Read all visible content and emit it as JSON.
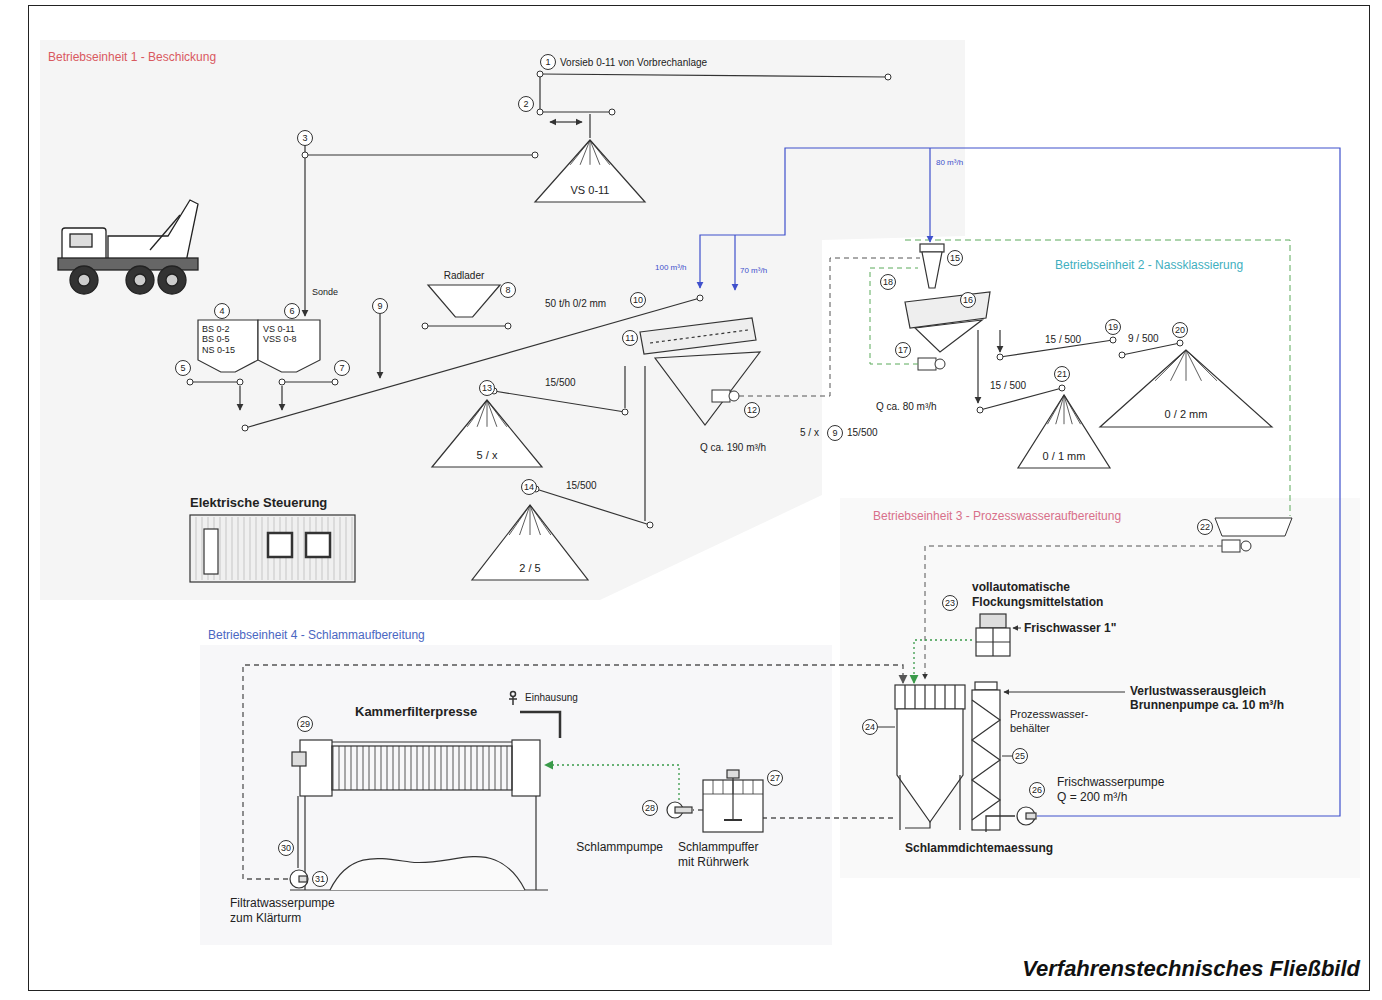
{
  "diagram": {
    "caption": "Verfahrenstechnisches Fließbild",
    "nodes": [
      {
        "text": [
          "VS 0-11"
        ]
      },
      {
        "text": [
          "BS 0-2 BS 0-5 NS 0-15"
        ]
      },
      {
        "text": [
          "VS 0-11 VSS 0-8"
        ]
      },
      {
        "text": [
          "Radlader"
        ]
      },
      {
        "text": [
          "5 / x"
        ]
      },
      {
        "text": [
          "2 / 5"
        ]
      },
      {
        "text": [
          "0 / 1 mm"
        ]
      },
      {
        "text": [
          "0 / 2 mm"
        ]
      },
      {
        "text": [
          "Elektrische Steuerung"
        ]
      },
      {
        "text": [
          "vollautomatische Flockungsmittelstation"
        ]
      },
      {
        "text": [
          "Schlammdichtemaessung"
        ]
      },
      {
        "text": [
          "Prozesswasser- behälter"
        ]
      },
      {
        "text": [
          "Frischwasserpumpe Q = 200 m³/h"
        ]
      },
      {
        "text": [
          "Schlammpuffer mit Rührwerk"
        ]
      },
      {
        "text": [
          "Schlammpumpe"
        ]
      },
      {
        "text": [
          "Kammerfilterpresse"
        ]
      },
      {
        "text": [
          "Filtratwasserpumpe zum Klärturm"
        ]
      }
    ],
    "edges": [
      {
        "from": 10,
        "to": 13,
        "arrow": "none"
      },
      {
        "from": 13,
        "to": 14,
        "arrow": "none"
      },
      {
        "from": 14,
        "to": 15,
        "arrow": "to"
      },
      {
        "from": 16,
        "to": 10,
        "arrow": "to"
      },
      {
        "from": 9,
        "to": 10,
        "arrow": "to"
      },
      {
        "from": 11,
        "to": 12,
        "arrow": "none"
      }
    ],
    "labels": [
      "Betriebseinheit 1 - Beschickung",
      "1",
      "Vorsieb 0-11 von Vorbrechanlage",
      "2",
      "3",
      "4",
      "6",
      "Sonde",
      "5",
      "7",
      "9",
      "8",
      "50 t/h 0/2 mm",
      "10",
      "100 m³/h",
      "70 m³/h",
      "80 m³/h",
      "11",
      "12",
      "Q ca. 190 m³/h",
      "13",
      "15/500",
      "14",
      "15/500",
      "5 / x",
      "9",
      "15/500",
      "Betriebseinheit 2 - Nassklassierung",
      "15",
      "18",
      "16",
      "17",
      "Q ca. 80 m³/h",
      "15 / 500",
      "19",
      "9 / 500",
      "20",
      "21",
      "15 / 500",
      "Betriebseinheit 3 - Prozesswasseraufbereitung",
      "22",
      "23",
      "Frischwasser 1\"",
      "24",
      "Verlustwasserausgleich Brunnenpumpe ca. 10 m³/h",
      "25",
      "26",
      "Betriebseinheit 4 - Schlammaufbereitung",
      "Einhausung",
      "29",
      "27",
      "28",
      "30",
      "31"
    ]
  }
}
